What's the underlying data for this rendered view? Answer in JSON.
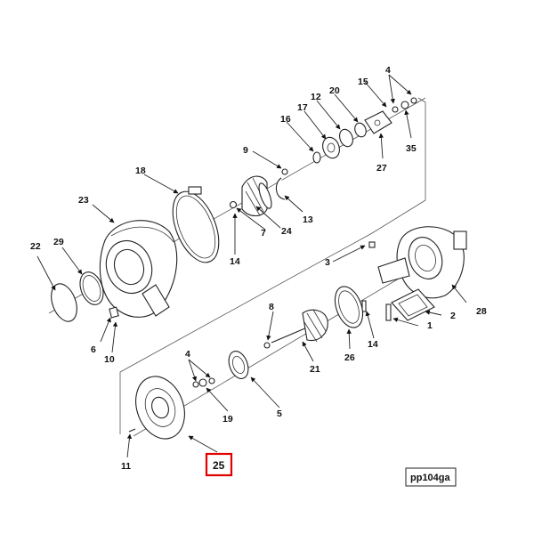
{
  "diagram": {
    "reference_code": "pp104ga",
    "highlighted_callout": "25",
    "highlight_color": "#e00000",
    "callouts": [
      {
        "id": "c1",
        "label": "1"
      },
      {
        "id": "c2",
        "label": "2"
      },
      {
        "id": "c3",
        "label": "3"
      },
      {
        "id": "c4a",
        "label": "4"
      },
      {
        "id": "c4b",
        "label": "4"
      },
      {
        "id": "c5",
        "label": "5"
      },
      {
        "id": "c6",
        "label": "6"
      },
      {
        "id": "c7",
        "label": "7"
      },
      {
        "id": "c8",
        "label": "8"
      },
      {
        "id": "c9",
        "label": "9"
      },
      {
        "id": "c10",
        "label": "10"
      },
      {
        "id": "c11",
        "label": "11"
      },
      {
        "id": "c12",
        "label": "12"
      },
      {
        "id": "c13",
        "label": "13"
      },
      {
        "id": "c14a",
        "label": "14"
      },
      {
        "id": "c14b",
        "label": "14"
      },
      {
        "id": "c15",
        "label": "15"
      },
      {
        "id": "c16",
        "label": "16"
      },
      {
        "id": "c17",
        "label": "17"
      },
      {
        "id": "c18",
        "label": "18"
      },
      {
        "id": "c19",
        "label": "19"
      },
      {
        "id": "c20",
        "label": "20"
      },
      {
        "id": "c21",
        "label": "21"
      },
      {
        "id": "c22",
        "label": "22"
      },
      {
        "id": "c23",
        "label": "23"
      },
      {
        "id": "c24",
        "label": "24"
      },
      {
        "id": "c25",
        "label": "25"
      },
      {
        "id": "c26",
        "label": "26"
      },
      {
        "id": "c27",
        "label": "27"
      },
      {
        "id": "c28",
        "label": "28"
      },
      {
        "id": "c29",
        "label": "29"
      },
      {
        "id": "c35",
        "label": "35"
      }
    ]
  }
}
